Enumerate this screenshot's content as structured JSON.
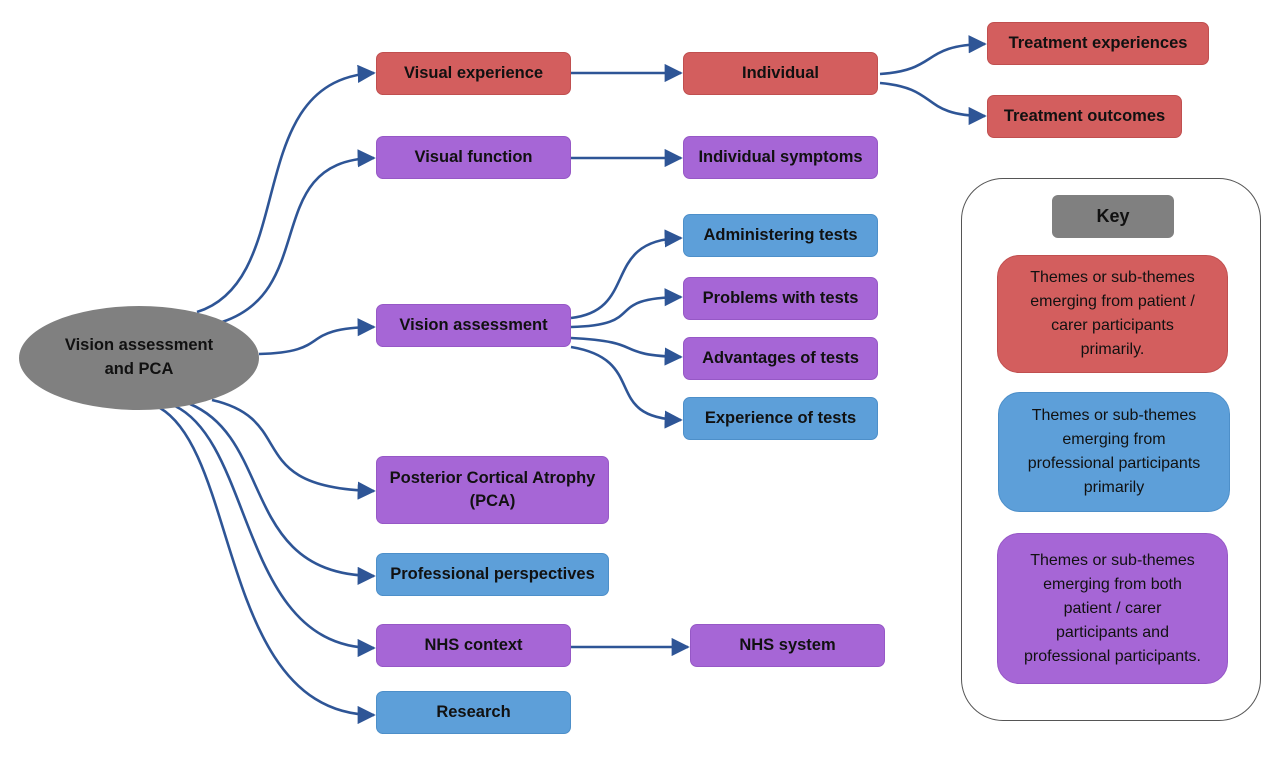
{
  "diagram": {
    "root": {
      "label": "Vision assessment\nand PCA"
    },
    "themes": {
      "visual_experience": "Visual experience",
      "individual": "Individual",
      "treatment_experiences": "Treatment experiences",
      "treatment_outcomes": "Treatment outcomes",
      "visual_function": "Visual function",
      "individual_symptoms": "Individual symptoms",
      "vision_assessment": "Vision assessment",
      "administering_tests": "Administering tests",
      "problems_with_tests": "Problems with tests",
      "advantages_of_tests": "Advantages of tests",
      "experience_of_tests": "Experience of tests",
      "pca": "Posterior Cortical Atrophy\n(PCA)",
      "professional_perspectives": "Professional perspectives",
      "nhs_context": "NHS context",
      "nhs_system": "NHS system",
      "research": "Research"
    },
    "colors": {
      "patient_carer": "#d35e5e",
      "professional": "#5d9fd9",
      "both": "#a666d6",
      "root": "#808080",
      "arrow": "#2e5596"
    }
  },
  "key": {
    "title": "Key",
    "patient_carer": "Themes or sub-themes\nemerging from patient /\ncarer participants\nprimarily.",
    "professional": "Themes or sub-themes\nemerging from\nprofessional participants\nprimarily",
    "both": "Themes or sub-themes\nemerging from both\npatient / carer\nparticipants and\nprofessional participants."
  }
}
